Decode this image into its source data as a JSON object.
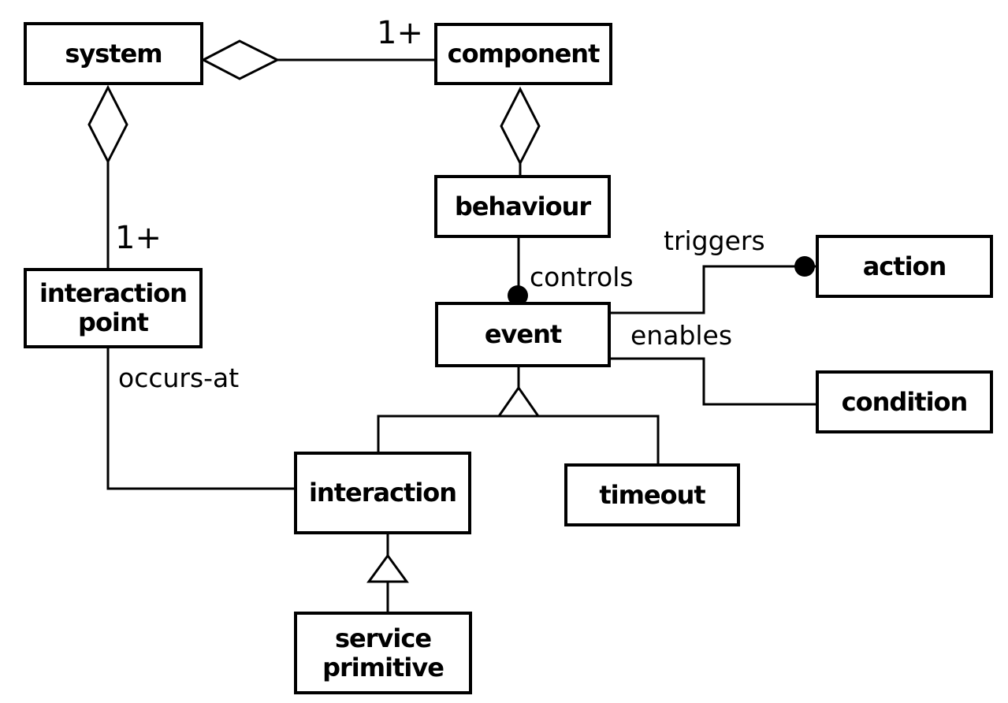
{
  "colors": {
    "background": "#ffffff",
    "stroke": "#000000",
    "text": "#000000"
  },
  "diagram": {
    "type": "concept-relationship-diagram",
    "nodes": [
      {
        "id": "system",
        "label": "system"
      },
      {
        "id": "component",
        "label": "component"
      },
      {
        "id": "behaviour",
        "label": "behaviour"
      },
      {
        "id": "event",
        "label": "event"
      },
      {
        "id": "action",
        "label": "action"
      },
      {
        "id": "condition",
        "label": "condition"
      },
      {
        "id": "interaction-point",
        "label": "interaction point"
      },
      {
        "id": "interaction",
        "label": "interaction"
      },
      {
        "id": "timeout",
        "label": "timeout"
      },
      {
        "id": "service-primitive",
        "label": "service primitive"
      }
    ],
    "edge_labels": [
      {
        "id": "mult-component",
        "text": "1+"
      },
      {
        "id": "mult-interaction-point",
        "text": "1+"
      },
      {
        "id": "controls",
        "text": "controls"
      },
      {
        "id": "triggers",
        "text": "triggers"
      },
      {
        "id": "enables",
        "text": "enables"
      },
      {
        "id": "occurs-at",
        "text": "occurs-at"
      }
    ],
    "relationships": [
      {
        "from": "system",
        "to": "component",
        "kind": "aggregation-diamond",
        "label": "1+"
      },
      {
        "from": "system",
        "to": "interaction-point",
        "kind": "aggregation-diamond",
        "label": "1+"
      },
      {
        "from": "component",
        "to": "behaviour",
        "kind": "aggregation-diamond"
      },
      {
        "from": "behaviour",
        "to": "event",
        "kind": "filled-dot",
        "label": "controls"
      },
      {
        "from": "event",
        "to": "action",
        "kind": "filled-dot",
        "label": "triggers"
      },
      {
        "from": "event",
        "to": "condition",
        "kind": "line",
        "label": "enables"
      },
      {
        "from": "event",
        "to": "interaction",
        "kind": "generalization-triangle"
      },
      {
        "from": "event",
        "to": "timeout",
        "kind": "generalization-triangle"
      },
      {
        "from": "interaction-point",
        "to": "interaction",
        "kind": "line",
        "label": "occurs-at"
      },
      {
        "from": "interaction",
        "to": "service-primitive",
        "kind": "generalization-triangle"
      }
    ]
  }
}
